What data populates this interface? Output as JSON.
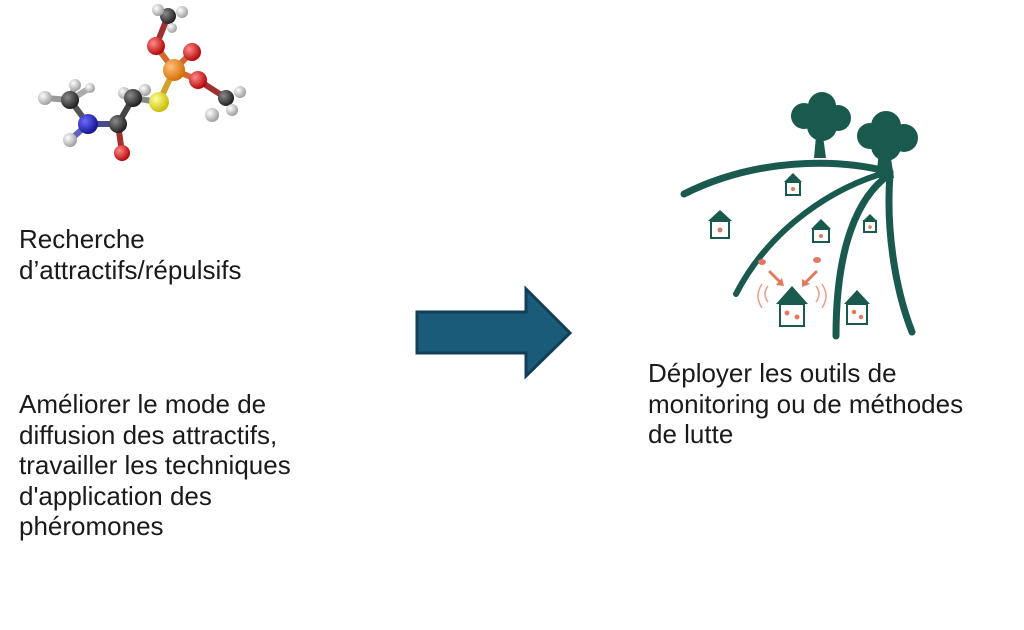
{
  "left_column": {
    "research_text": "Recherche d’attractifs/répulsifs",
    "improve_text": "Améliorer le mode de diffusion des attractifs, travailler les techniques d'application des phéromones"
  },
  "right_column": {
    "deploy_text": "Déployer les outils de monitoring ou de méthodes de lutte"
  },
  "icons": {
    "molecule": "molecule-icon",
    "arrow": "right-arrow-icon",
    "landscape": "orchard-traps-icon"
  },
  "colors": {
    "arrow_fill": "#1b5b7a",
    "arrow_stroke": "#123f57",
    "landscape_green": "#1a5a4e",
    "trap_accent": "#e07a5f",
    "atom_carbon": "#2a2a2a",
    "atom_hydrogen": "#e6e6e6",
    "atom_oxygen": "#d81818",
    "atom_nitrogen": "#1a1aa8",
    "atom_sulfur": "#e8d81c",
    "atom_phosphorus": "#ea8c1c"
  }
}
